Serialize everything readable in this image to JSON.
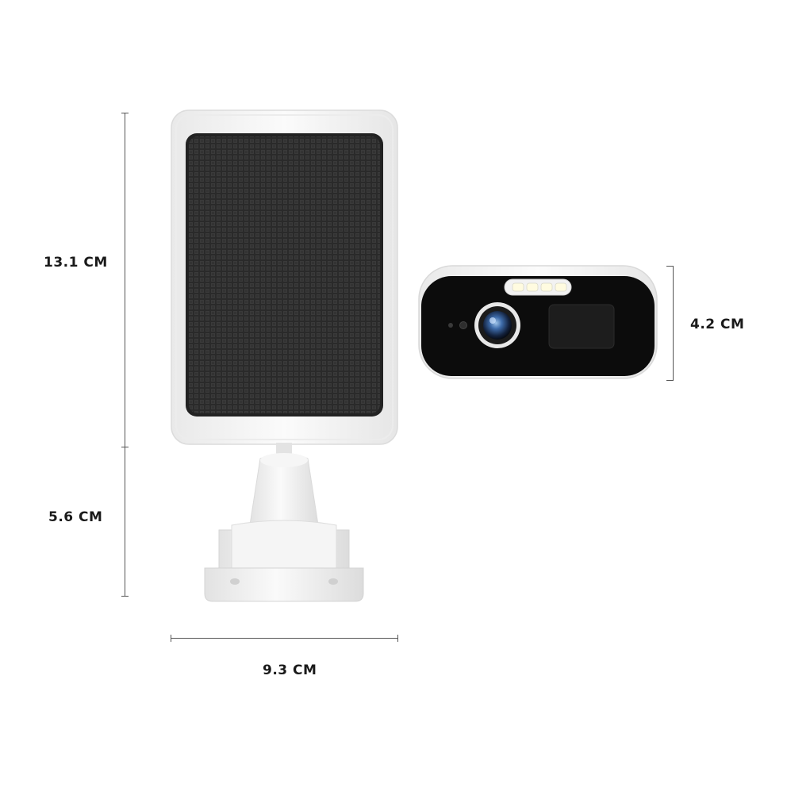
{
  "dimensions": {
    "panel_height": "13.1 CM",
    "mount_height": "5.6 CM",
    "width": "9.3 CM",
    "camera_height": "4.2 CM"
  },
  "colors": {
    "background": "#ffffff",
    "housing": "#f4f4f4",
    "solar_cell": "#2b2b2b",
    "camera_face": "#0c0c0c",
    "dimension_line": "#555555"
  },
  "icons": {
    "solar_panel": "solar-panel-icon",
    "mount": "mount-bracket-icon",
    "camera": "camera-icon",
    "lens": "camera-lens-icon",
    "led": "led-light-icon"
  }
}
